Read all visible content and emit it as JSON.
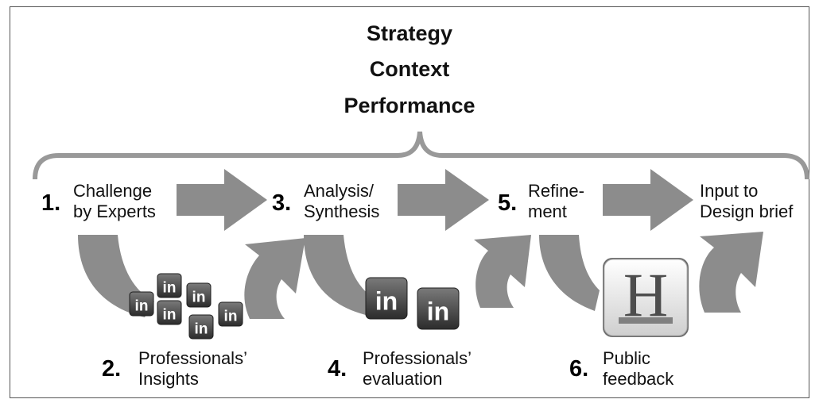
{
  "title": {
    "lines": [
      "Strategy",
      "Context",
      "Performance"
    ]
  },
  "steps": [
    {
      "number": "1.",
      "lines": [
        "Challenge",
        "by Experts"
      ]
    },
    {
      "number": "2.",
      "lines": [
        "Professionals’",
        "Insights"
      ]
    },
    {
      "number": "3.",
      "lines": [
        "Analysis/",
        "Synthesis"
      ]
    },
    {
      "number": "4.",
      "lines": [
        "Professionals’",
        "evaluation"
      ]
    },
    {
      "number": "5.",
      "lines": [
        "Refine-",
        "ment"
      ]
    },
    {
      "number": "6.",
      "lines": [
        "Public",
        "feedback"
      ]
    }
  ],
  "final_step": {
    "lines": [
      "Input to",
      "Design brief"
    ]
  },
  "icons": {
    "linkedin_text": "in",
    "h_logo_text": "H"
  },
  "colors": {
    "arrow": "#8c8c8c",
    "brace": "#999999",
    "linkedin_dark": "#2e2e2e",
    "linkedin_light": "#6a6a6a"
  }
}
